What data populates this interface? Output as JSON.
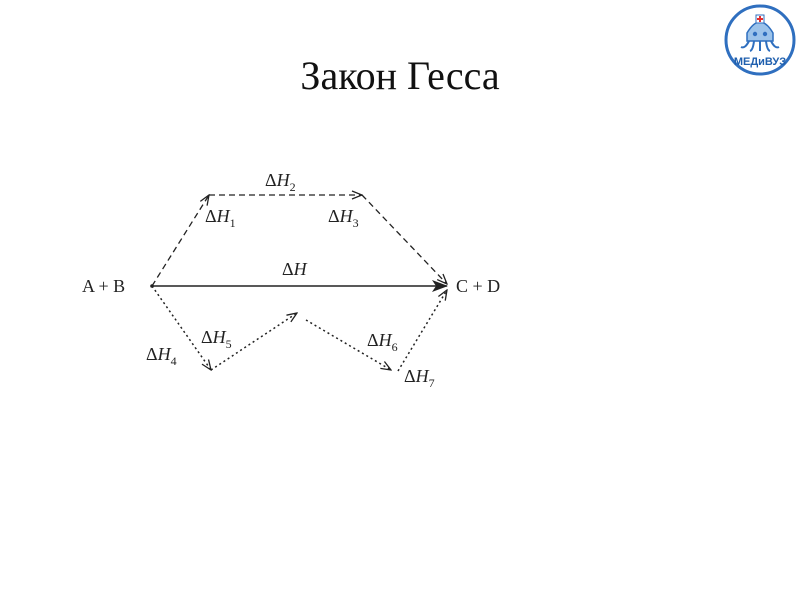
{
  "slide": {
    "title": "Закон Гесса"
  },
  "logo": {
    "text": "МЕДиВУЗ",
    "icon": "medical-mascot-logo",
    "colors": {
      "ring": "#2f6fbf",
      "text": "#1f5fae",
      "cross": "#e52d2d"
    }
  },
  "diagram": {
    "reactants": "A + B",
    "products": "C + D",
    "delta_symbol": "Δ",
    "enthalpy_symbol": "H",
    "direct_path": {
      "label": "ΔH",
      "style": "solid"
    },
    "upper_path": {
      "style": "dashed",
      "steps": [
        {
          "name": "ΔH1",
          "subscript": "1"
        },
        {
          "name": "ΔH2",
          "subscript": "2"
        },
        {
          "name": "ΔH3",
          "subscript": "3"
        }
      ]
    },
    "lower_path": {
      "style": "dotted",
      "steps": [
        {
          "name": "ΔH4",
          "subscript": "4"
        },
        {
          "name": "ΔH5",
          "subscript": "5"
        },
        {
          "name": "ΔH6",
          "subscript": "6"
        },
        {
          "name": "ΔH7",
          "subscript": "7"
        }
      ]
    },
    "line_color": "#222222"
  }
}
